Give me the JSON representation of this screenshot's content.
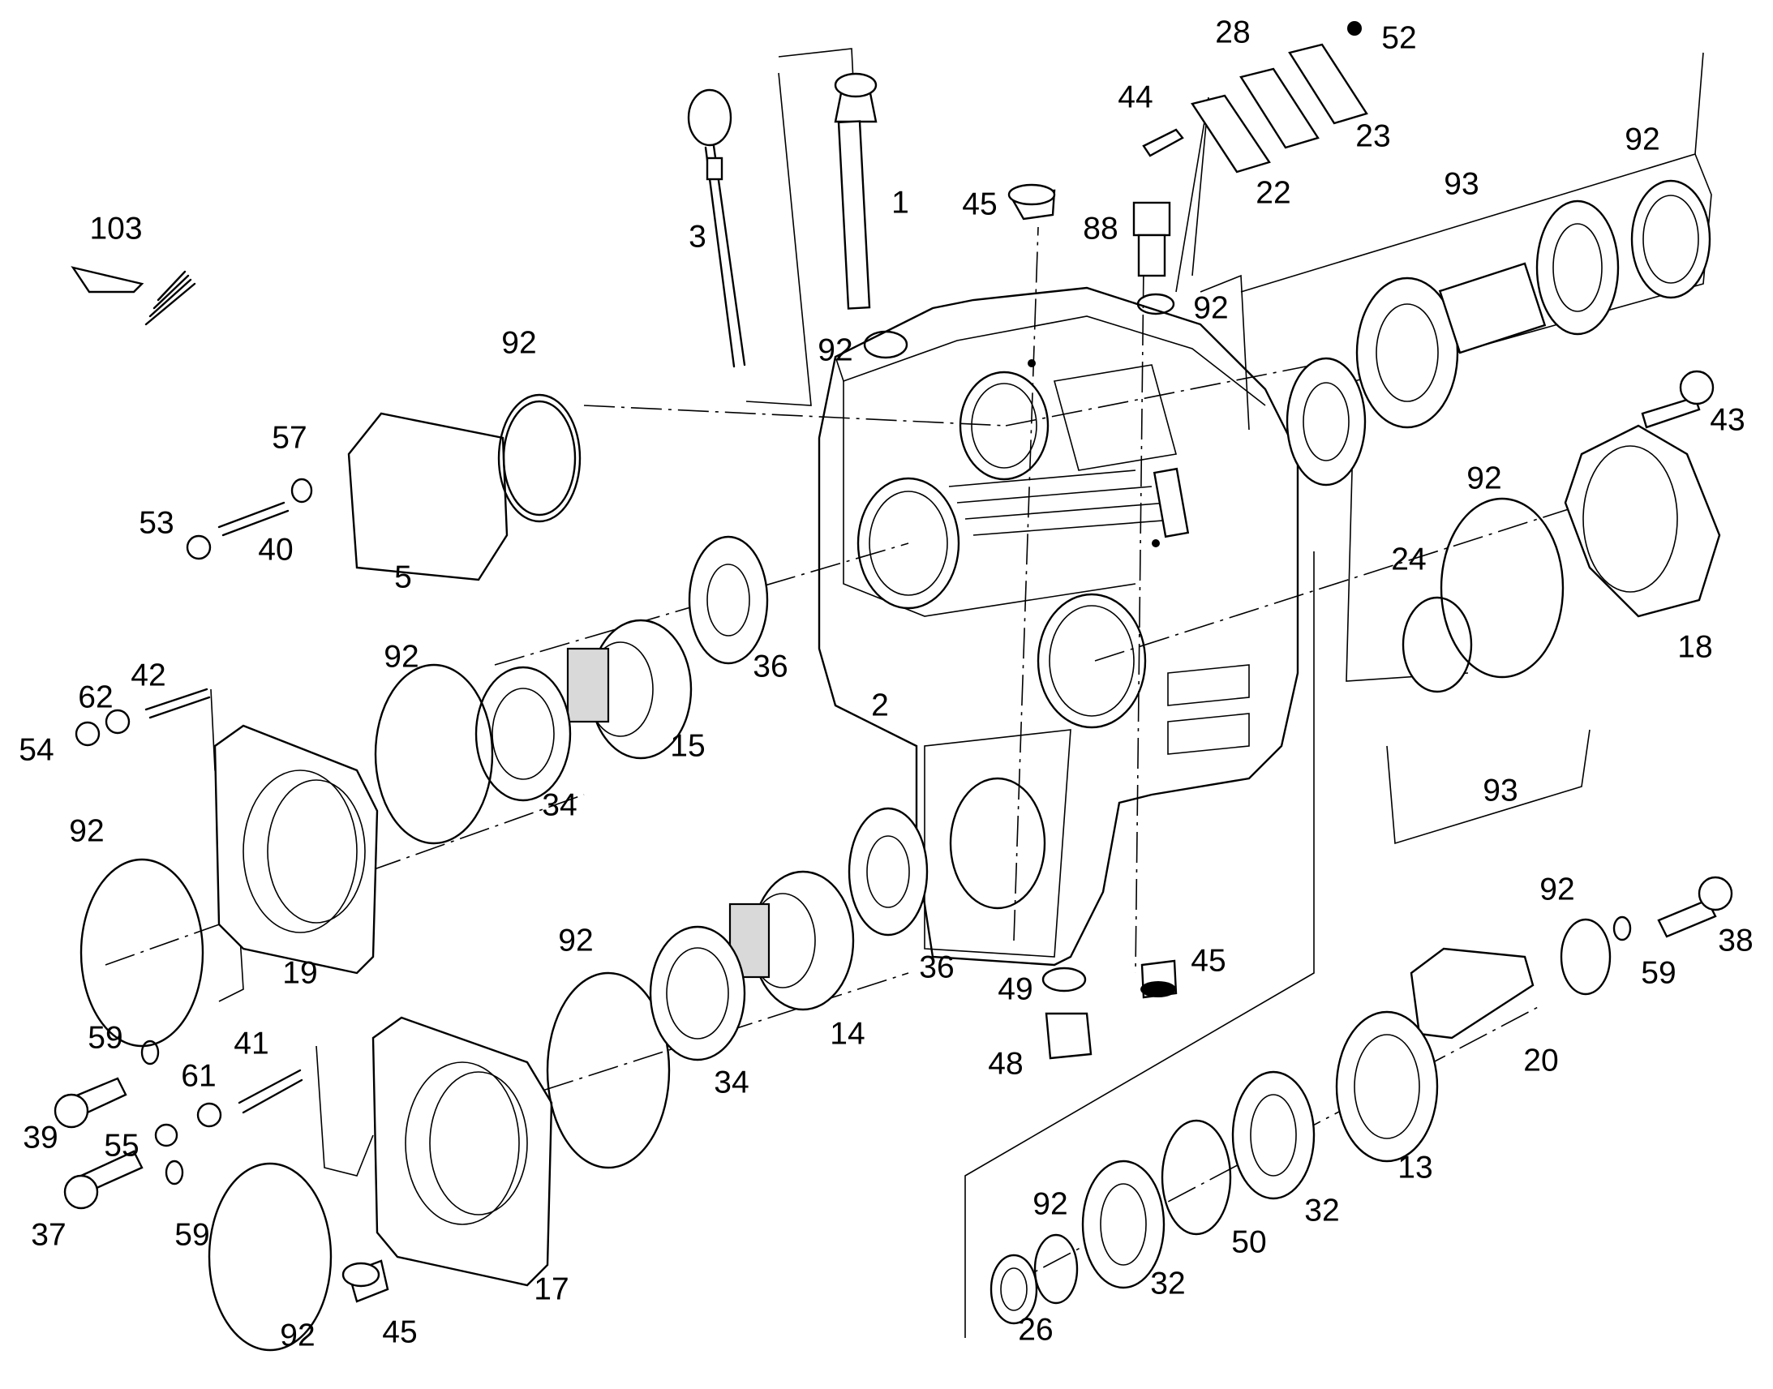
{
  "callouts": {
    "c1": "1",
    "c2": "2",
    "c3": "3",
    "c5": "5",
    "c13": "13",
    "c14": "14",
    "c15": "15",
    "c17": "17",
    "c18": "18",
    "c19": "19",
    "c20": "20",
    "c22": "22",
    "c23": "23",
    "c24": "24",
    "c26": "26",
    "c28": "28",
    "c32a": "32",
    "c32b": "32",
    "c34a": "34",
    "c34b": "34",
    "c36a": "36",
    "c36b": "36",
    "c37": "37",
    "c38": "38",
    "c39": "39",
    "c40": "40",
    "c41": "41",
    "c42": "42",
    "c43": "43",
    "c44": "44",
    "c45a": "45",
    "c45b": "45",
    "c45c": "45",
    "c48": "48",
    "c49": "49",
    "c50": "50",
    "c52": "52",
    "c53": "53",
    "c54": "54",
    "c55": "55",
    "c57": "57",
    "c59a": "59",
    "c59b": "59",
    "c59c": "59",
    "c61": "61",
    "c62": "62",
    "c88": "88",
    "c92a": "92",
    "c92b": "92",
    "c92c": "92",
    "c92d": "92",
    "c92e": "92",
    "c92f": "92",
    "c92g": "92",
    "c92h": "92",
    "c92i": "92",
    "c92j": "92",
    "c92k": "92",
    "c93a": "93",
    "c93b": "93",
    "c103": "103"
  }
}
